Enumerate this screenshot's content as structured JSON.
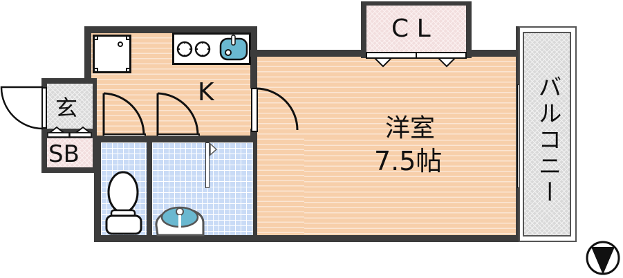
{
  "floor_plan": {
    "rooms": {
      "kitchen": {
        "label": "K"
      },
      "entrance": {
        "label": "玄"
      },
      "shoe_box": {
        "label": "SB"
      },
      "closet": {
        "label": "C L"
      },
      "western_room": {
        "label_line1": "洋室",
        "label_line2": "7.5帖"
      },
      "balcony": {
        "label": "バルコニー"
      }
    },
    "colors": {
      "wall": "#3c3c3c",
      "wood_floor": "#f7cfaa",
      "tile_floor": "#c9dbf6",
      "fixture_blue": "#6ab8d0",
      "closet_fill": "#f2dede",
      "balcony_fill": "#d9d9d9"
    },
    "compass": {
      "direction": "north-down"
    }
  }
}
